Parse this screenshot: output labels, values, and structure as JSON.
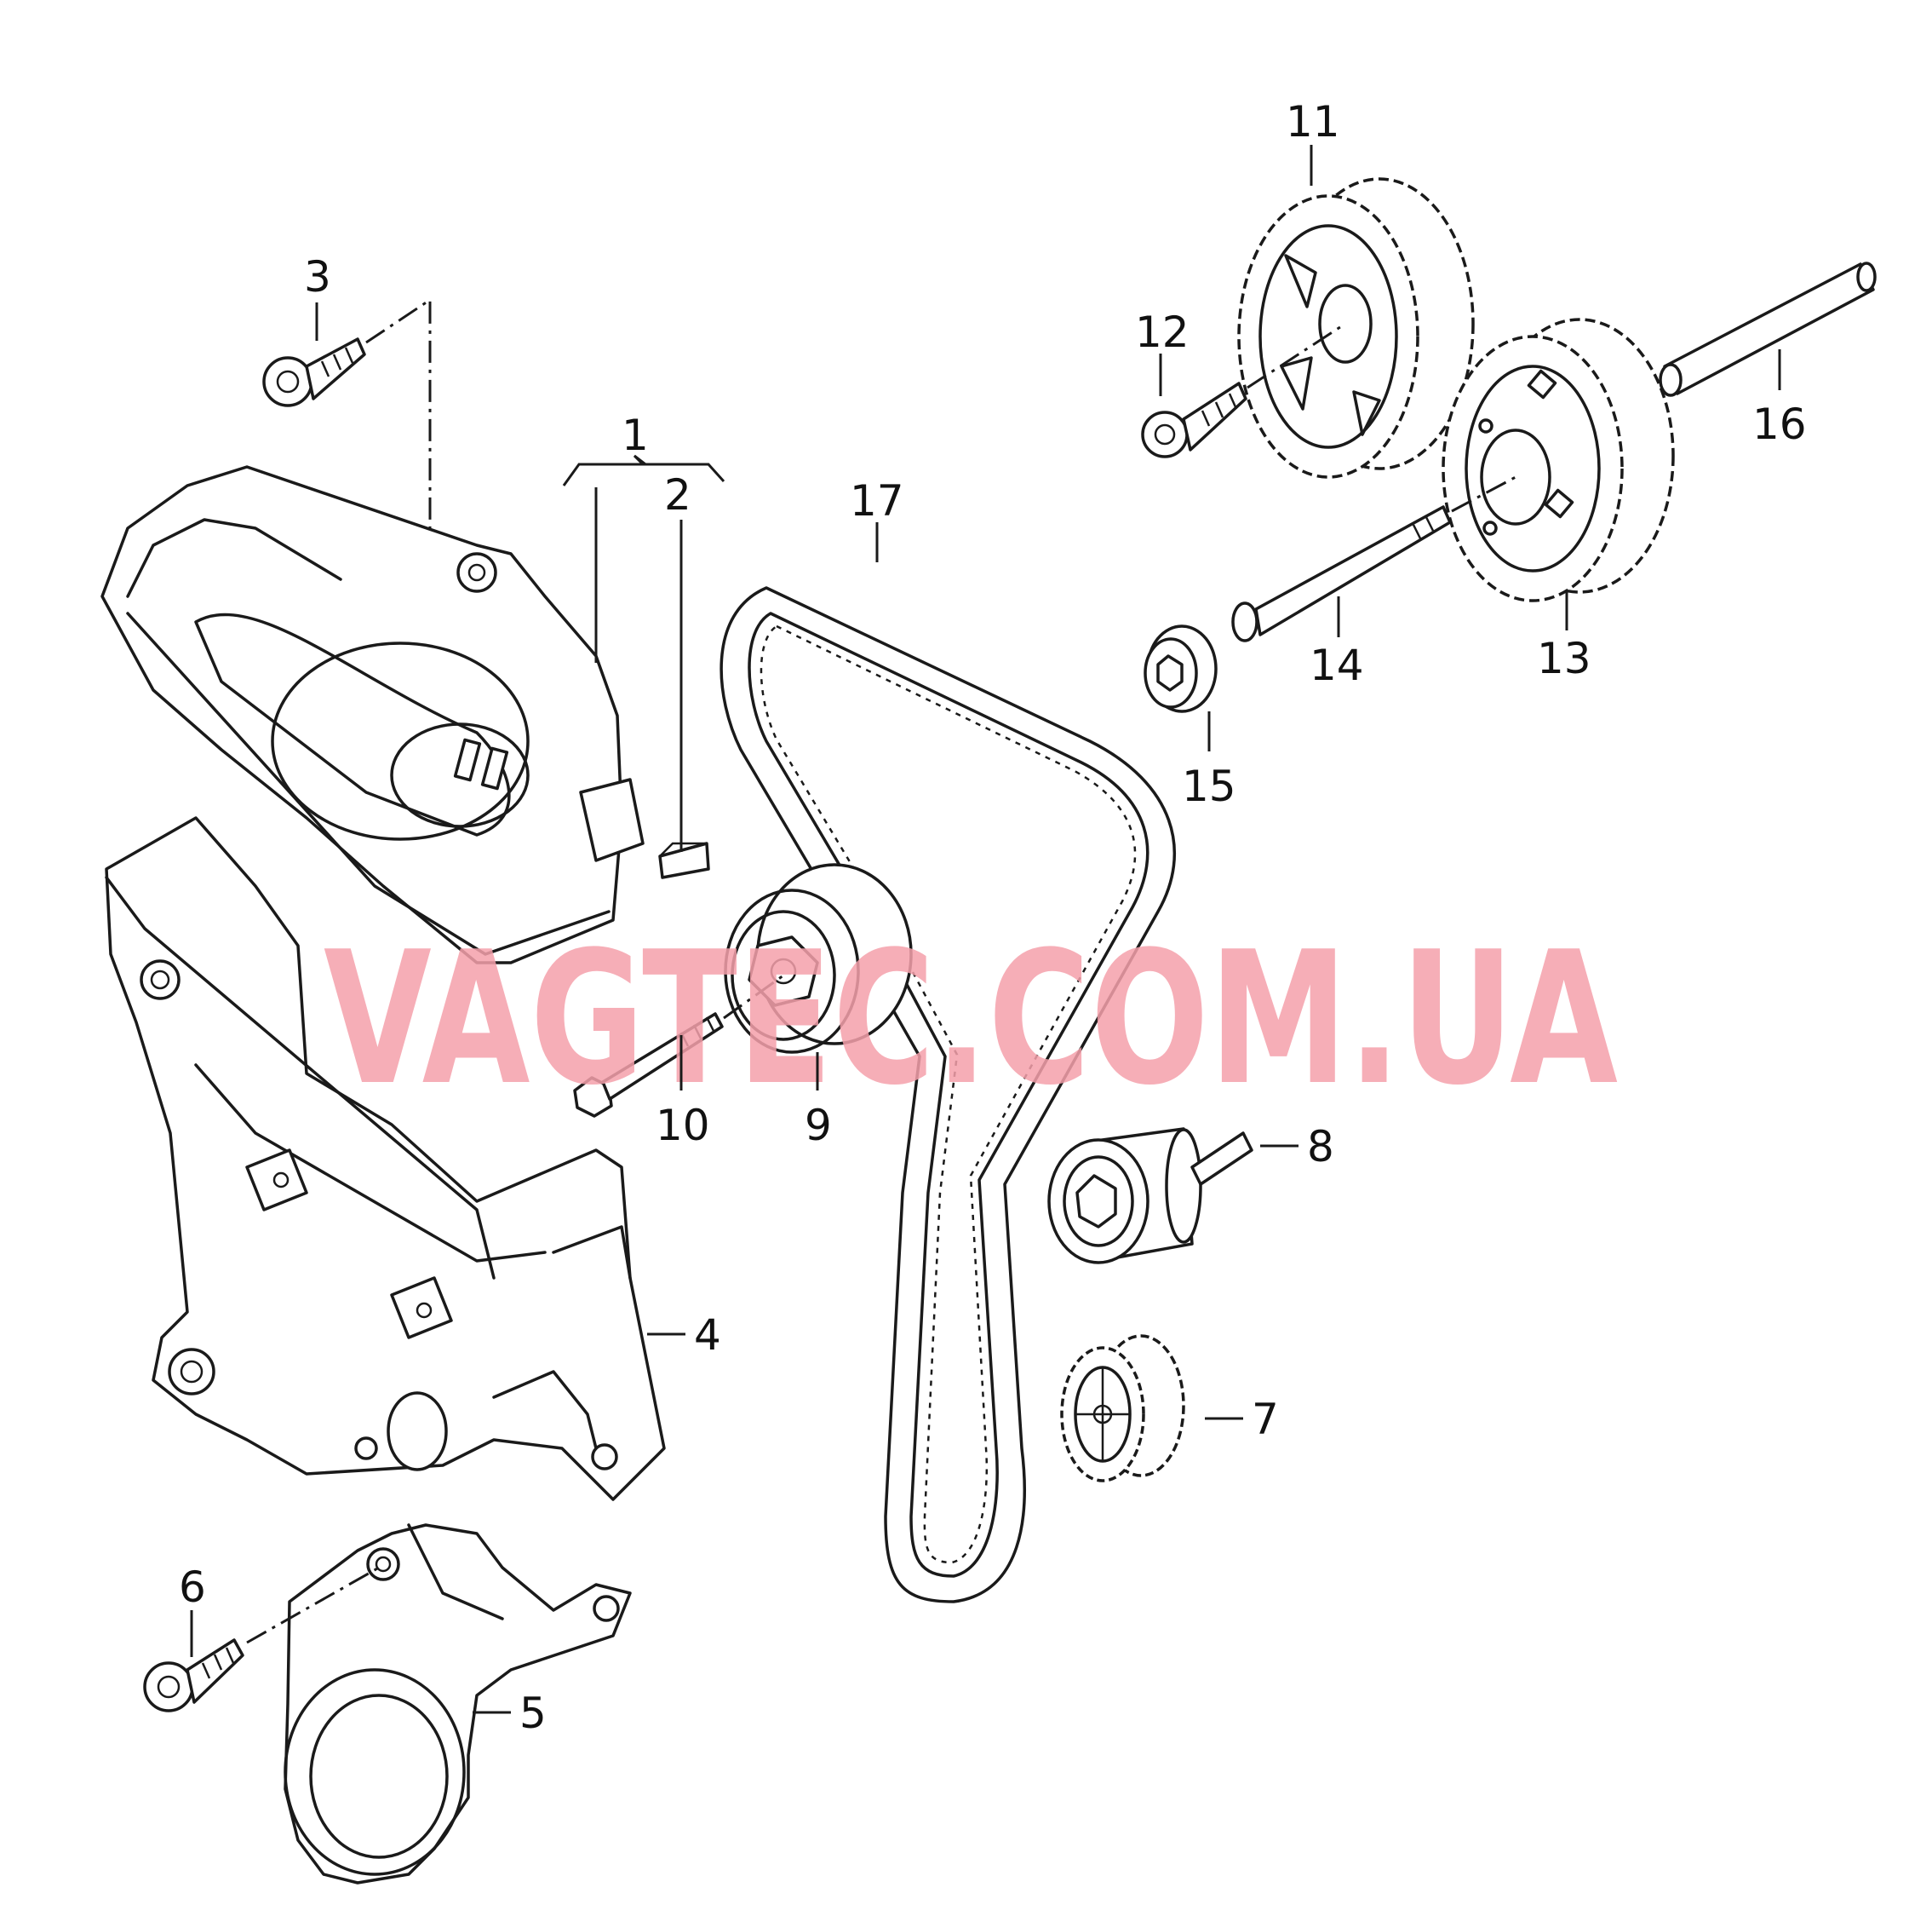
{
  "watermark": "VAGTEC.COM.UA",
  "parts": [
    {
      "id": "1",
      "label": "1",
      "icon": "timing-belt-upper-cover-kit"
    },
    {
      "id": "2",
      "label": "2",
      "icon": "clip"
    },
    {
      "id": "3",
      "label": "3",
      "icon": "bolt"
    },
    {
      "id": "4",
      "label": "4",
      "icon": "lower-timing-cover"
    },
    {
      "id": "5",
      "label": "5",
      "icon": "crankshaft-pulley-cover"
    },
    {
      "id": "6",
      "label": "6",
      "icon": "bolt"
    },
    {
      "id": "7",
      "label": "7",
      "icon": "crankshaft-sprocket"
    },
    {
      "id": "8",
      "label": "8",
      "icon": "idler-roller"
    },
    {
      "id": "9",
      "label": "9",
      "icon": "tensioner-roller"
    },
    {
      "id": "10",
      "label": "10",
      "icon": "bolt"
    },
    {
      "id": "11",
      "label": "11",
      "icon": "camshaft-sprocket"
    },
    {
      "id": "12",
      "label": "12",
      "icon": "bolt"
    },
    {
      "id": "13",
      "label": "13",
      "icon": "camshaft-sprocket"
    },
    {
      "id": "14",
      "label": "14",
      "icon": "long-bolt"
    },
    {
      "id": "15",
      "label": "15",
      "icon": "washer-nut"
    },
    {
      "id": "16",
      "label": "16",
      "icon": "shaft"
    },
    {
      "id": "17",
      "label": "17",
      "icon": "toothed-belt"
    }
  ]
}
